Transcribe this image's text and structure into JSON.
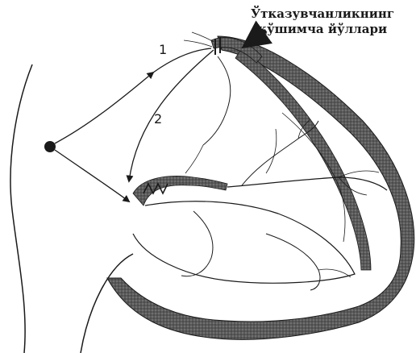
{
  "caption": {
    "line1": "Ўтказувчанликнинг",
    "line2": "қўшимча йўллари"
  },
  "labels": {
    "pathway_1": "1",
    "pathway_2": "2"
  },
  "colors": {
    "ink": "#1a1a1a",
    "band": "#4a4a4a"
  }
}
